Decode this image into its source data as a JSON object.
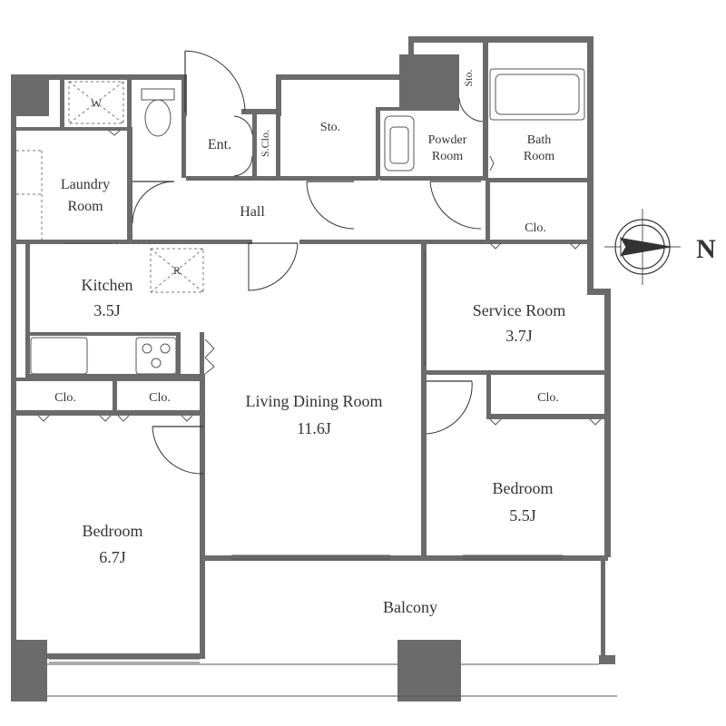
{
  "floor_plan": {
    "rooms": {
      "laundry": [
        "Laundry",
        "Room"
      ],
      "washer": "W",
      "entrance": "Ent.",
      "shoe_closet": "S.Clo.",
      "storage_main": "Sto.",
      "storage_small": "Sto.",
      "powder": [
        "Powder",
        "Room"
      ],
      "bath": [
        "Bath",
        "Room"
      ],
      "hall": "Hall",
      "closet_service": "Clo.",
      "kitchen": [
        "Kitchen",
        "3.5J"
      ],
      "fridge": "R",
      "service_room": [
        "Service Room",
        "3.7J"
      ],
      "closet_left_1": "Clo.",
      "closet_left_2": "Clo.",
      "living": [
        "Living Dining Room",
        "11.6J"
      ],
      "closet_right": "Clo.",
      "bedroom_right": [
        "Bedroom",
        "5.5J"
      ],
      "bedroom_left": [
        "Bedroom",
        "6.7J"
      ],
      "balcony": "Balcony"
    },
    "compass": {
      "label": "N",
      "icon": "compass-rose-icon"
    },
    "colors": {
      "wall": "#6b6b6b",
      "line": "#333333",
      "background": "#ffffff"
    }
  }
}
